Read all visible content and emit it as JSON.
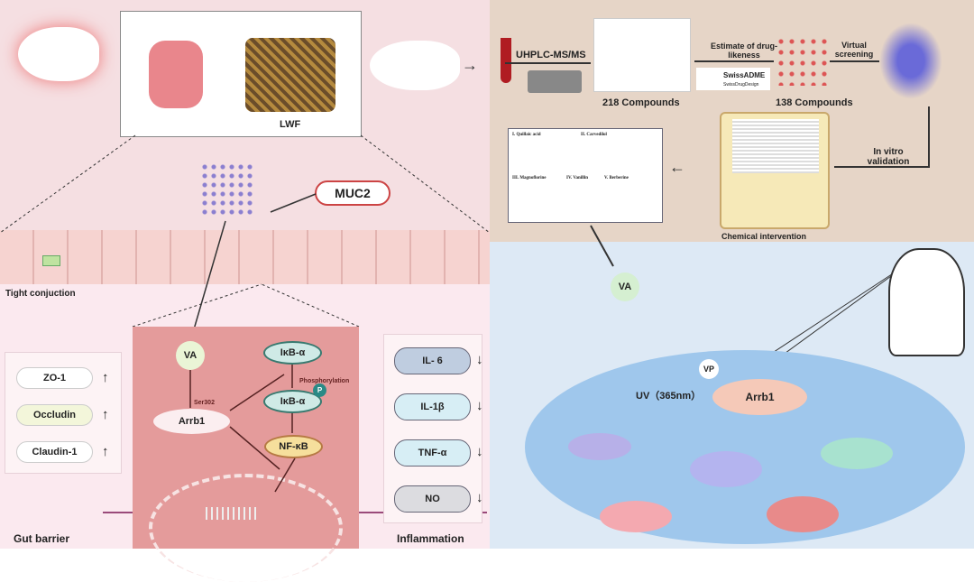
{
  "top_left": {
    "herb_label": "LWF",
    "tight_junction": "Tight conjuction",
    "muc2": "MUC2"
  },
  "top_right": {
    "uhplc": "UHPLC-MS/MS",
    "compounds_218": "218 Compounds",
    "estimate": "Estimate of drug-likeness",
    "swissadme": "SwissADME",
    "swissadme_sub": "SwissDrugDesign",
    "virtual": "Virtual screening",
    "compounds_138": "138 Compounds",
    "in_vitro": "In vitro validation",
    "chemical": "Chemical intervention",
    "structures": [
      "I. Quillaic acid",
      "II. Carvedilol",
      "III. Magnoflorine",
      "IV. Vanillin",
      "V. Berberine"
    ]
  },
  "barrier": {
    "items": [
      "ZO-1",
      "Occludin",
      "Claudin-1"
    ],
    "arrow": "↑",
    "title": "Gut barrier"
  },
  "pathway": {
    "va": "VA",
    "ser": "Ser302",
    "arrb1": "Arrb1",
    "ikb1": "IκB-α",
    "phos": "Phosphorylation",
    "p": "P",
    "ikb2": "IκB-α",
    "nfkb": "NF-κB"
  },
  "inflammation": {
    "items": [
      "IL- 6",
      "IL-1β",
      "TNF-α",
      "NO"
    ],
    "arrow": "↓",
    "title": "Inflammation"
  },
  "zebrafish": {
    "va": "VA",
    "vp": "VP",
    "uv": "UV（365nm）",
    "arrb1": "Arrb1"
  },
  "colors": {
    "top_left_bg": "#f5dfe2",
    "top_right_bg": "#e6d5c7",
    "bottom_left_bg": "#fbe9ef",
    "bottom_right_bg": "#dde9f5",
    "cell_panel": "#e49b9b"
  }
}
